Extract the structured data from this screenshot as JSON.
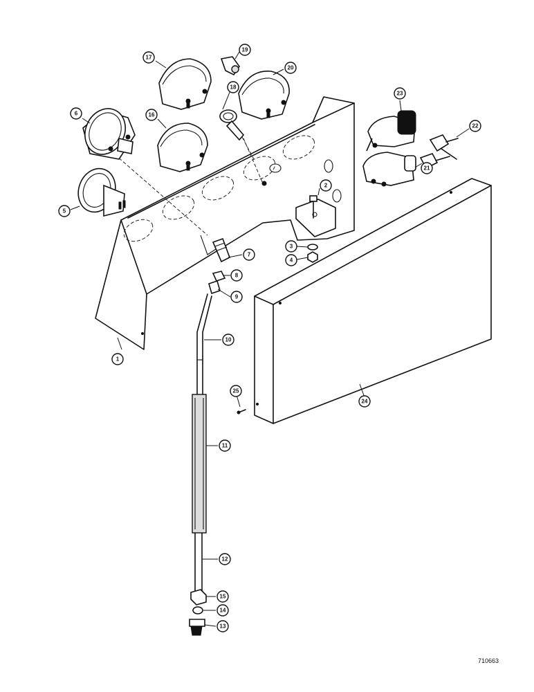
{
  "callouts": [
    {
      "id": "c1",
      "label": "1"
    },
    {
      "id": "c2",
      "label": "2"
    },
    {
      "id": "c3",
      "label": "3"
    },
    {
      "id": "c4",
      "label": "4"
    },
    {
      "id": "c5",
      "label": "5"
    },
    {
      "id": "c6",
      "label": "6"
    },
    {
      "id": "c7",
      "label": "7"
    },
    {
      "id": "c8",
      "label": "8"
    },
    {
      "id": "c9",
      "label": "9"
    },
    {
      "id": "c10",
      "label": "10"
    },
    {
      "id": "c11",
      "label": "11"
    },
    {
      "id": "c12",
      "label": "12"
    },
    {
      "id": "c13",
      "label": "13"
    },
    {
      "id": "c14",
      "label": "14"
    },
    {
      "id": "c15",
      "label": "15"
    },
    {
      "id": "c16",
      "label": "16"
    },
    {
      "id": "c17",
      "label": "17"
    },
    {
      "id": "c18",
      "label": "18"
    },
    {
      "id": "c19",
      "label": "19"
    },
    {
      "id": "c20",
      "label": "20"
    },
    {
      "id": "c21",
      "label": "21"
    },
    {
      "id": "c22",
      "label": "22"
    },
    {
      "id": "c23",
      "label": "23"
    },
    {
      "id": "c24",
      "label": "24"
    },
    {
      "id": "c25",
      "label": "25"
    }
  ],
  "drawing_number": "710663"
}
